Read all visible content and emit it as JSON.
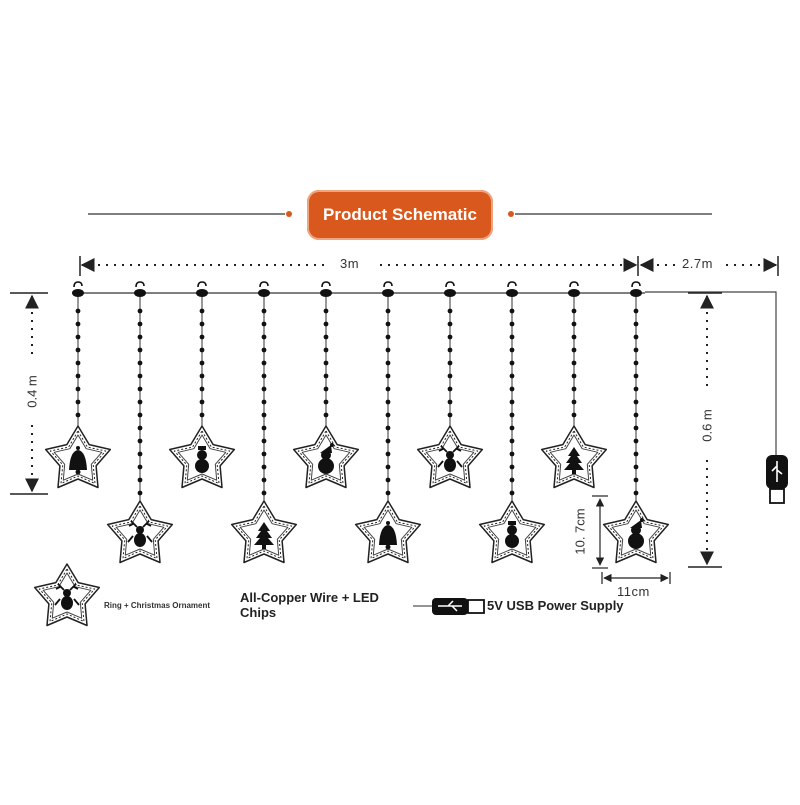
{
  "title": "Product Schematic",
  "dimensions": {
    "width_main": "3m",
    "width_lead": "2.7m",
    "drop_short": "0.4 m",
    "drop_long": "0.6 m",
    "ornament_height": "10. 7cm",
    "ornament_width": "11cm"
  },
  "legend": {
    "ornament_label": "Ring + Christmas Ornament",
    "wire_label": "All-Copper Wire + LED Chips",
    "power_label": "5V USB Power Supply"
  },
  "strands": [
    {
      "length": "short",
      "ornament": "bell-icon"
    },
    {
      "length": "long",
      "ornament": "reindeer-icon"
    },
    {
      "length": "short",
      "ornament": "snowman-icon"
    },
    {
      "length": "long",
      "ornament": "christmas-tree-icon"
    },
    {
      "length": "short",
      "ornament": "santa-icon"
    },
    {
      "length": "long",
      "ornament": "bell-icon"
    },
    {
      "length": "short",
      "ornament": "reindeer-icon"
    },
    {
      "length": "long",
      "ornament": "snowman-icon"
    },
    {
      "length": "short",
      "ornament": "christmas-tree-icon"
    },
    {
      "length": "long",
      "ornament": "santa-icon"
    }
  ],
  "colors": {
    "accent": "#d9581d",
    "line": "#222222"
  }
}
